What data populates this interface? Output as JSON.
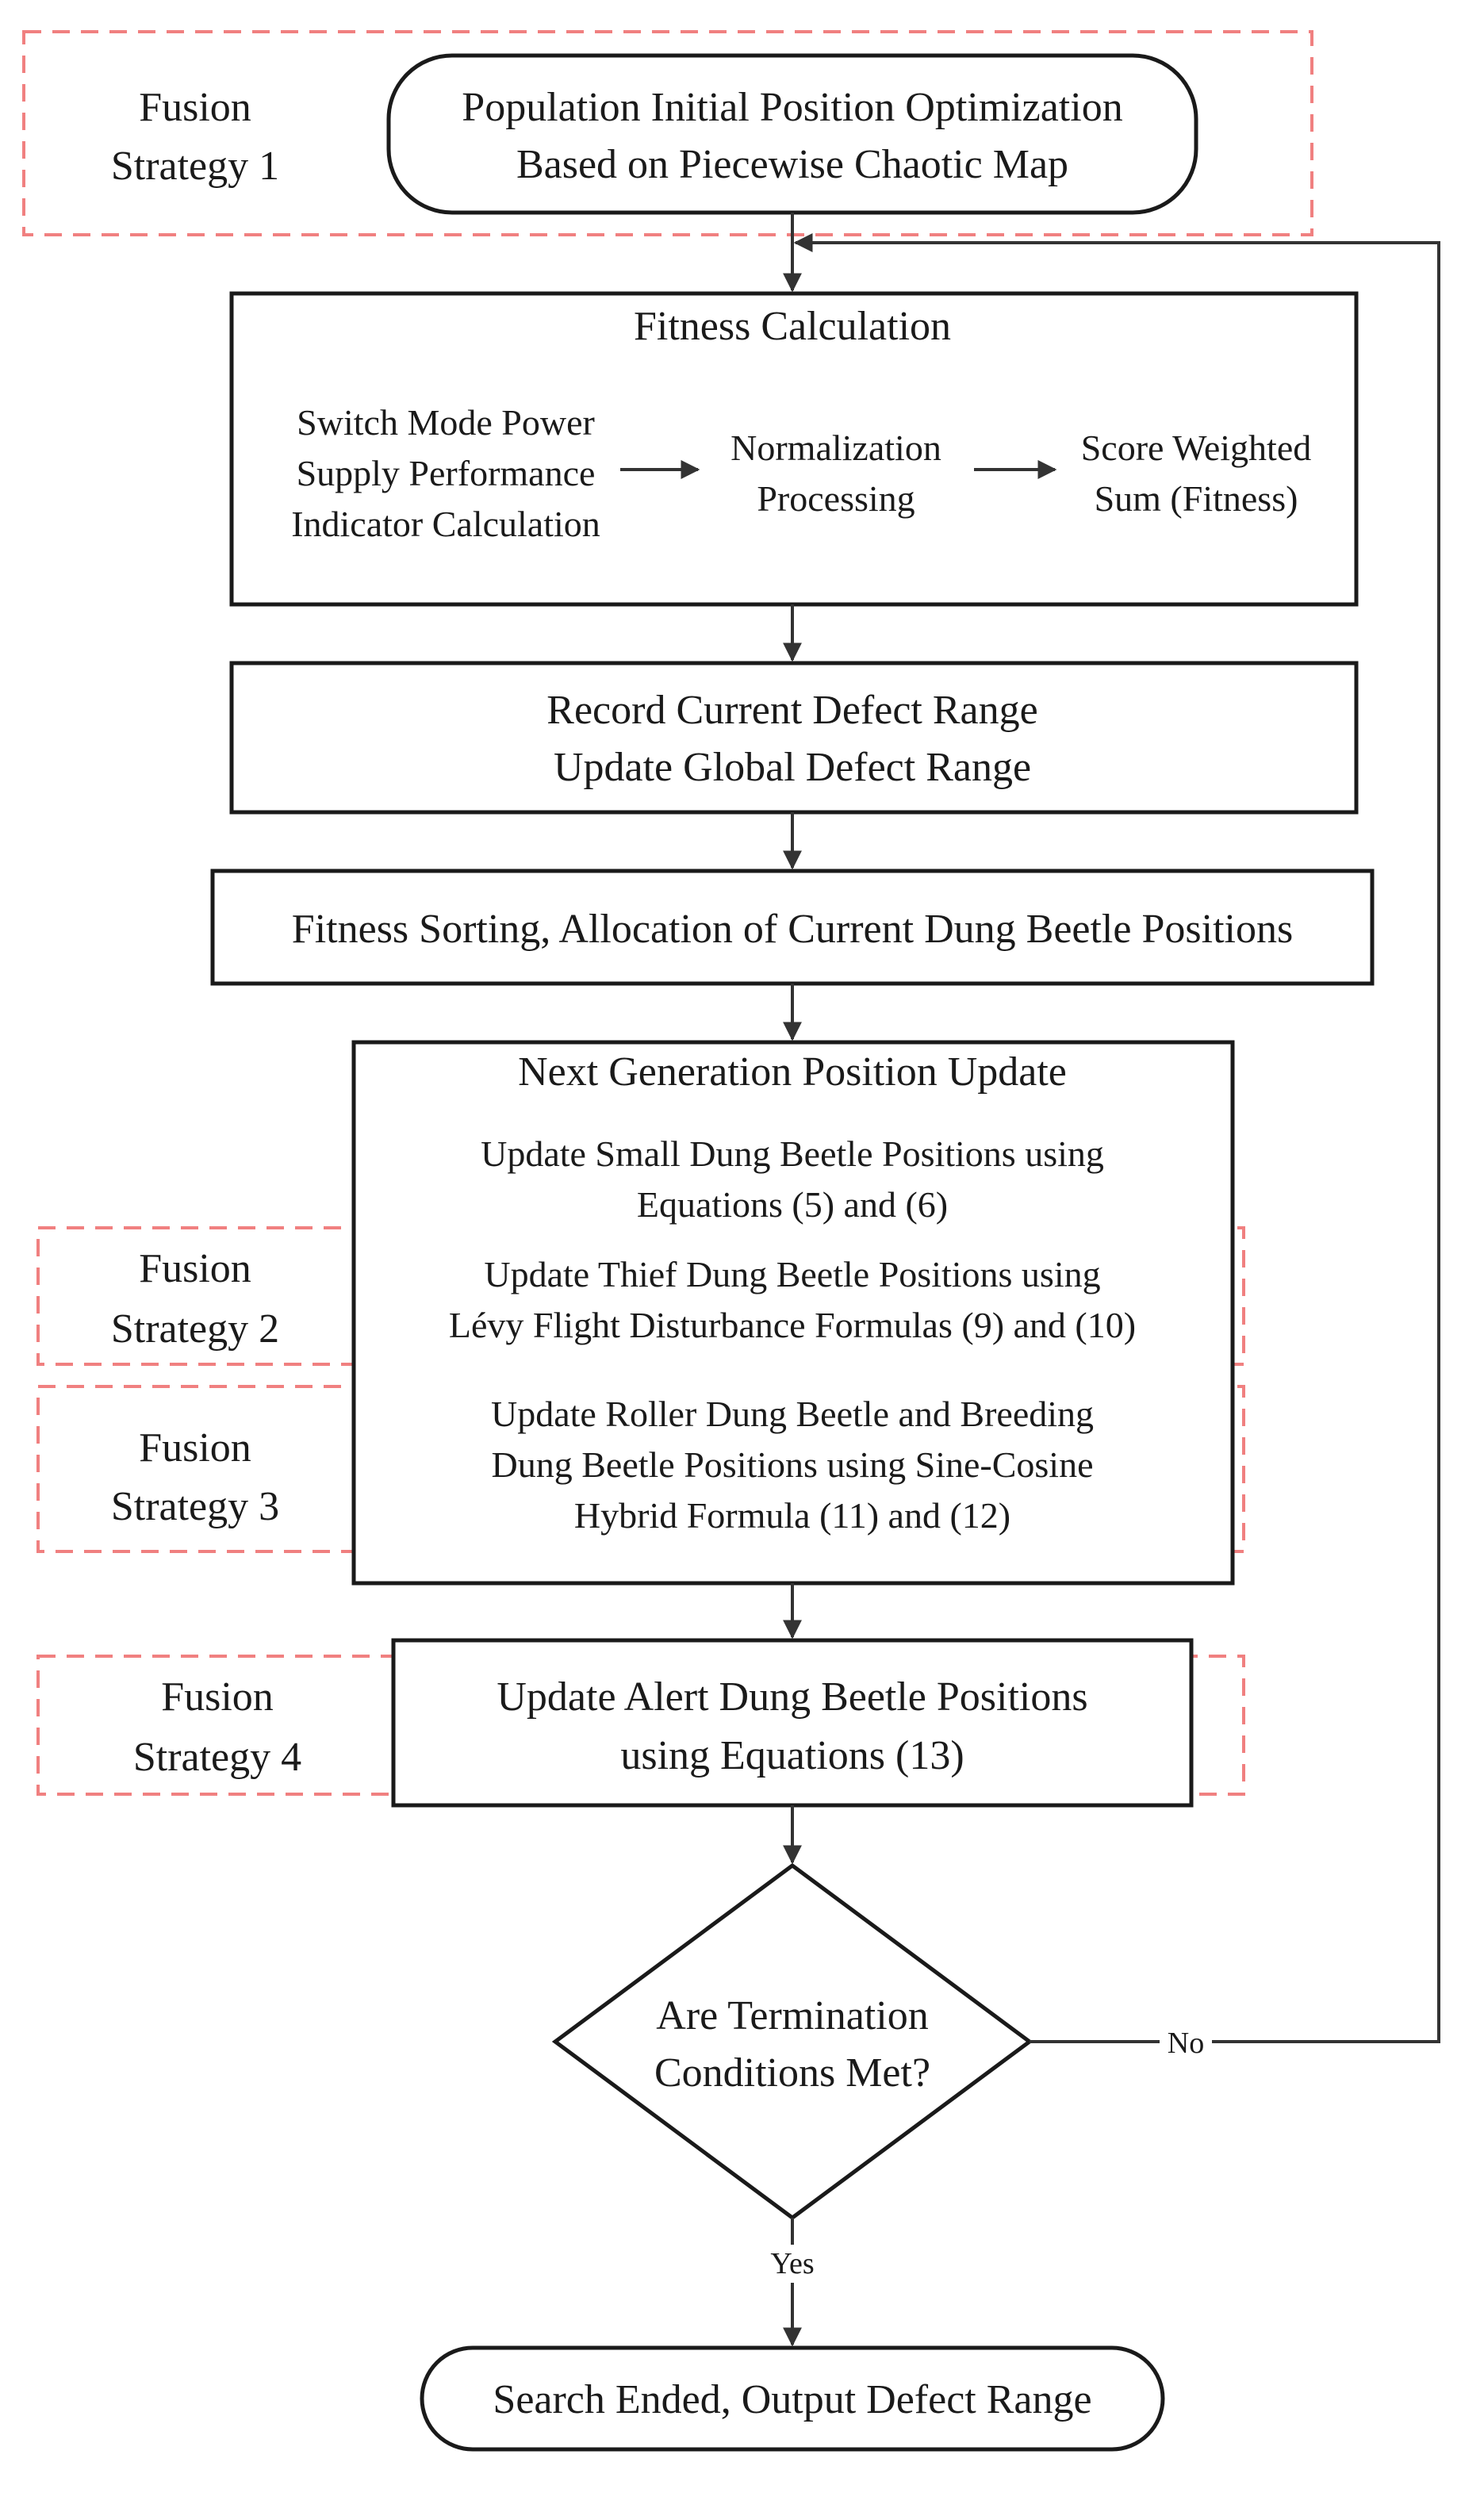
{
  "fusion_strategies": [
    {
      "line1": "Fusion",
      "line2": "Strategy 1"
    },
    {
      "line1": "Fusion",
      "line2": "Strategy 2"
    },
    {
      "line1": "Fusion",
      "line2": "Strategy 3"
    },
    {
      "line1": "Fusion",
      "line2": "Strategy 4"
    }
  ],
  "start": {
    "line1": "Population Initial Position Optimization",
    "line2": "Based on Piecewise Chaotic Map"
  },
  "fitness": {
    "title": "Fitness Calculation",
    "step1": [
      "Switch Mode Power",
      "Supply Performance",
      "Indicator Calculation"
    ],
    "step2": [
      "Normalization",
      "Processing"
    ],
    "step3": [
      "Score Weighted",
      "Sum (Fitness)"
    ]
  },
  "record": {
    "line1": "Record Current Defect Range",
    "line2": "Update Global Defect Range"
  },
  "sorting": {
    "text": "Fitness Sorting, Allocation of Current Dung Beetle Positions"
  },
  "next_gen": {
    "title": "Next Generation Position Update",
    "small": [
      "Update Small Dung Beetle Positions using",
      "Equations (5) and (6)"
    ],
    "thief": [
      "Update Thief Dung Beetle Positions using",
      "Lévy Flight Disturbance Formulas (9) and (10)"
    ],
    "roller": [
      "Update Roller Dung Beetle and Breeding",
      "Dung Beetle Positions using Sine-Cosine",
      "Hybrid Formula (11) and (12)"
    ]
  },
  "alert": {
    "line1": "Update Alert Dung Beetle Positions",
    "line2": "using Equations (13)"
  },
  "decision": {
    "line1": "Are Termination",
    "line2": "Conditions Met?"
  },
  "edge_labels": {
    "no": "No",
    "yes": "Yes"
  },
  "end": {
    "text": "Search Ended, Output Defect Range"
  }
}
